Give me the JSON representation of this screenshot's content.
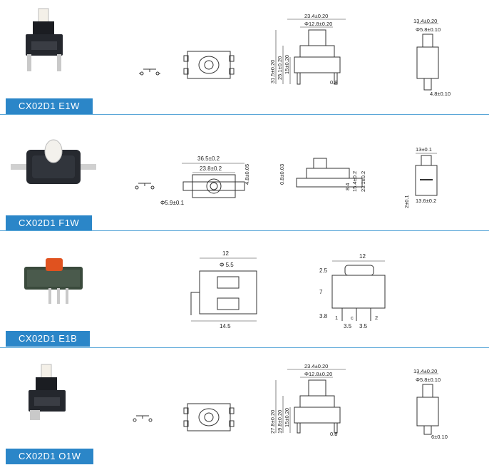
{
  "products": [
    {
      "label": "CX02D1   E1W",
      "front_dims": {
        "d1": "23.4±0.20",
        "d2": "Φ12.8±0.20",
        "d3": "31.5±0.20",
        "d4": "25.1±0.20",
        "d5": "15±0.20",
        "d6": "0.8"
      },
      "side_dims": {
        "d1": "13.4±0.20",
        "d2": "Φ5.8±0.10",
        "d3": "4.8±0.10"
      }
    },
    {
      "label": "CX02D1   F1W",
      "top_dims": {
        "d1": "36.5±0.2",
        "d2": "23.8±0.2",
        "d3": "4.8±0.05",
        "d4": "Φ5.9±0.1"
      },
      "front_dims": {
        "d1": "0.8±0.03",
        "d2": "8.4",
        "d3": "15.4±0.2",
        "d4": "23.1±0.2"
      },
      "side_dims": {
        "d1": "13±0.1",
        "d2": "2±0.1",
        "d3": "13.6±0.2"
      }
    },
    {
      "label": "CX02D1 E1B",
      "top_dims": {
        "d1": "12",
        "d2": "Φ 5.5",
        "d3": "14.5"
      },
      "front_dims": {
        "d1": "12",
        "d2": "2.5",
        "d3": "7",
        "d4": "3.8",
        "d5": "3.5",
        "d6": "3.5",
        "p1": "1",
        "p2": "c",
        "p3": "2"
      }
    },
    {
      "label": "CX02D1 O1W",
      "front_dims": {
        "d1": "23.4±0.20",
        "d2": "Φ12.8±0.20",
        "d3": "27.8±0.20",
        "d4": "19.8±0.20",
        "d5": "15±0.20",
        "d6": "0.8"
      },
      "side_dims": {
        "d1": "13.4±0.20",
        "d2": "Φ5.8±0.10",
        "d3": "6±0.10"
      }
    }
  ]
}
